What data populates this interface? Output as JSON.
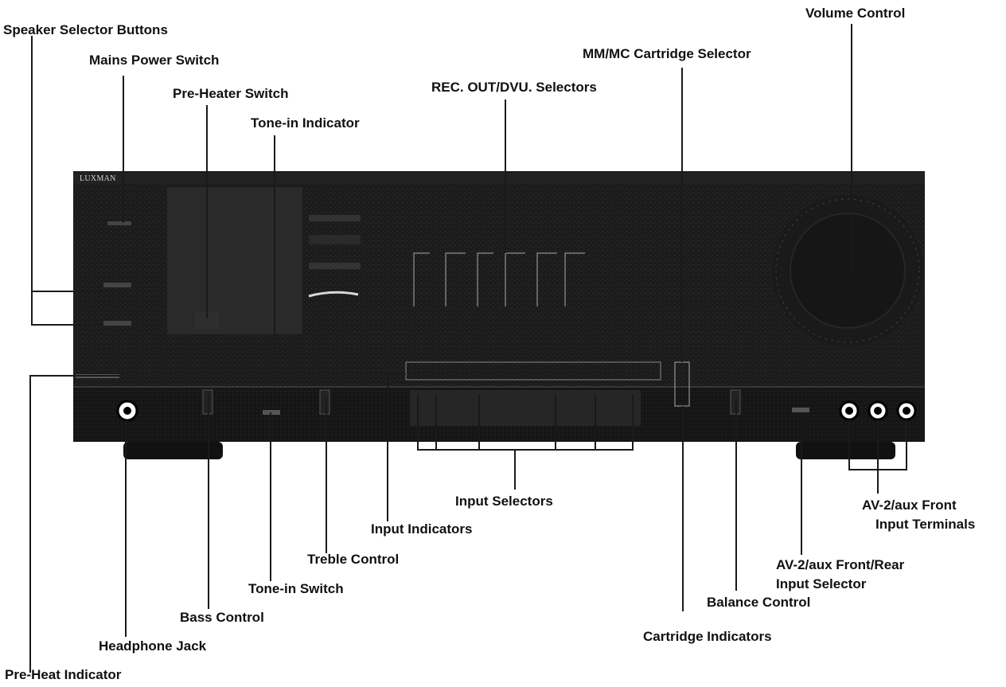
{
  "panel": {
    "brand": "LUXMAN"
  },
  "callouts": {
    "speaker_selector_buttons": "Speaker Selector Buttons",
    "mains_power_switch": "Mains Power Switch",
    "pre_heater_switch": "Pre-Heater Switch",
    "tone_in_indicator": "Tone-in Indicator",
    "rec_out_dvu_selectors": "REC. OUT/DVU. Selectors",
    "mm_mc_cartridge_selector": "MM/MC Cartridge Selector",
    "volume_control": "Volume Control",
    "input_selectors": "Input Selectors",
    "input_indicators": "Input Indicators",
    "treble_control": "Treble Control",
    "tone_in_switch": "Tone-in Switch",
    "bass_control": "Bass Control",
    "headphone_jack": "Headphone Jack",
    "pre_heat_indicator": "Pre-Heat Indicator",
    "cartridge_indicators": "Cartridge Indicators",
    "balance_control": "Balance Control",
    "av2_front_rear_selector_line1": "AV-2/aux Front/Rear",
    "av2_front_rear_selector_line2": "Input Selector",
    "av2_front_input_terminals_line1": "AV-2/aux Front",
    "av2_front_input_terminals_line2": "Input Terminals"
  },
  "colors": {
    "panel": "#1c1c1c",
    "lower_panel": "#141414",
    "leader_line": "#1a1a1a",
    "label_text": "#111111"
  }
}
